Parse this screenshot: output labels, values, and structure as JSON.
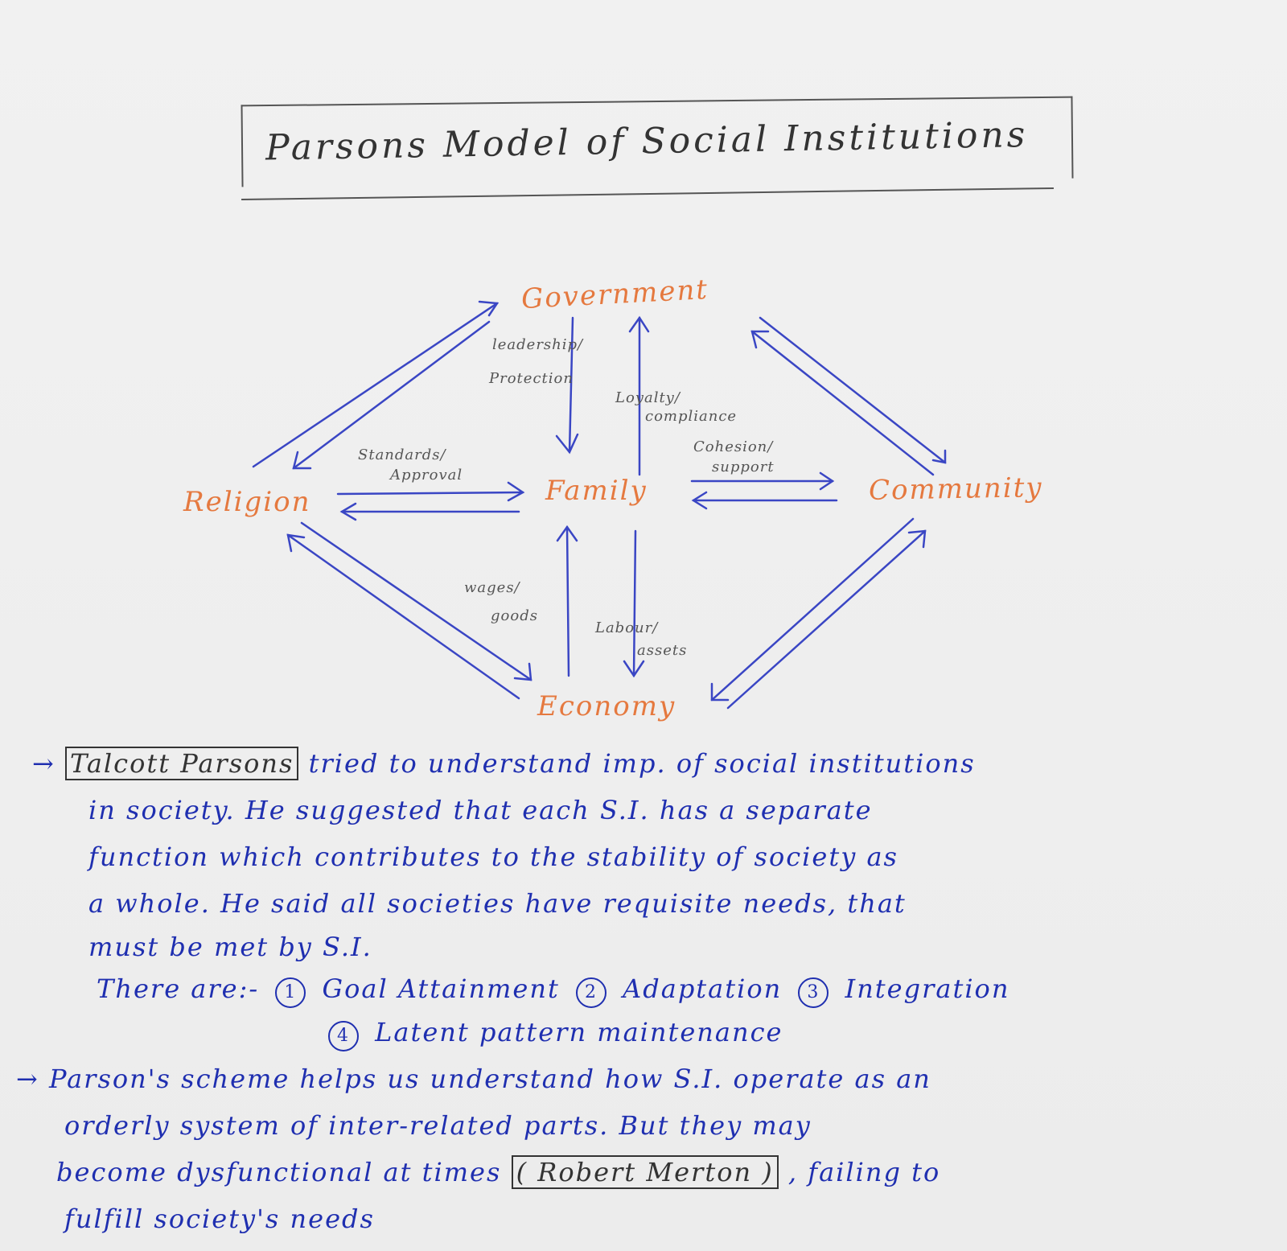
{
  "title": "Parsons Model of Social Institutions",
  "nodes": {
    "government": "Government",
    "religion": "Religion",
    "family": "Family",
    "community": "Community",
    "economy": "Economy"
  },
  "edge_labels": {
    "leadership": "leadership/",
    "protection": "Protection",
    "loyalty": "Loyalty/",
    "compliance": "compliance",
    "standards": "Standards/",
    "approval": "Approval",
    "cohesion": "Cohesion/",
    "support": "support",
    "wages": "wages/",
    "goods": "goods",
    "labour": "Labour/",
    "assets": "assets"
  },
  "notes": {
    "arrow1": "→",
    "talcott": "Talcott Parsons",
    "p1_l1": "tried to understand imp. of social institutions",
    "p1_l2": "in society. He suggested that each S.I. has a separate",
    "p1_l3": "function which contributes to the stability of society as",
    "p1_l4": "a whole. He said all societies have requisite needs, that",
    "p1_l5": "must be met by S.I.",
    "there_are": "There are:-",
    "n1": "1",
    "i1": "Goal Attainment",
    "n2": "2",
    "i2": "Adaptation",
    "n3": "3",
    "i3": "Integration",
    "n4": "4",
    "i4": "Latent pattern maintenance",
    "arrow2": "→",
    "p2_l1": "Parson's scheme helps us understand how S.I. operate as an",
    "p2_l2": "orderly system of inter-related parts. But they may",
    "p2_l3a": "become dysfunctional at times",
    "merton": "( Robert Merton )",
    "p2_l3b": ", failing to",
    "p2_l4": "fulfill society's needs"
  }
}
